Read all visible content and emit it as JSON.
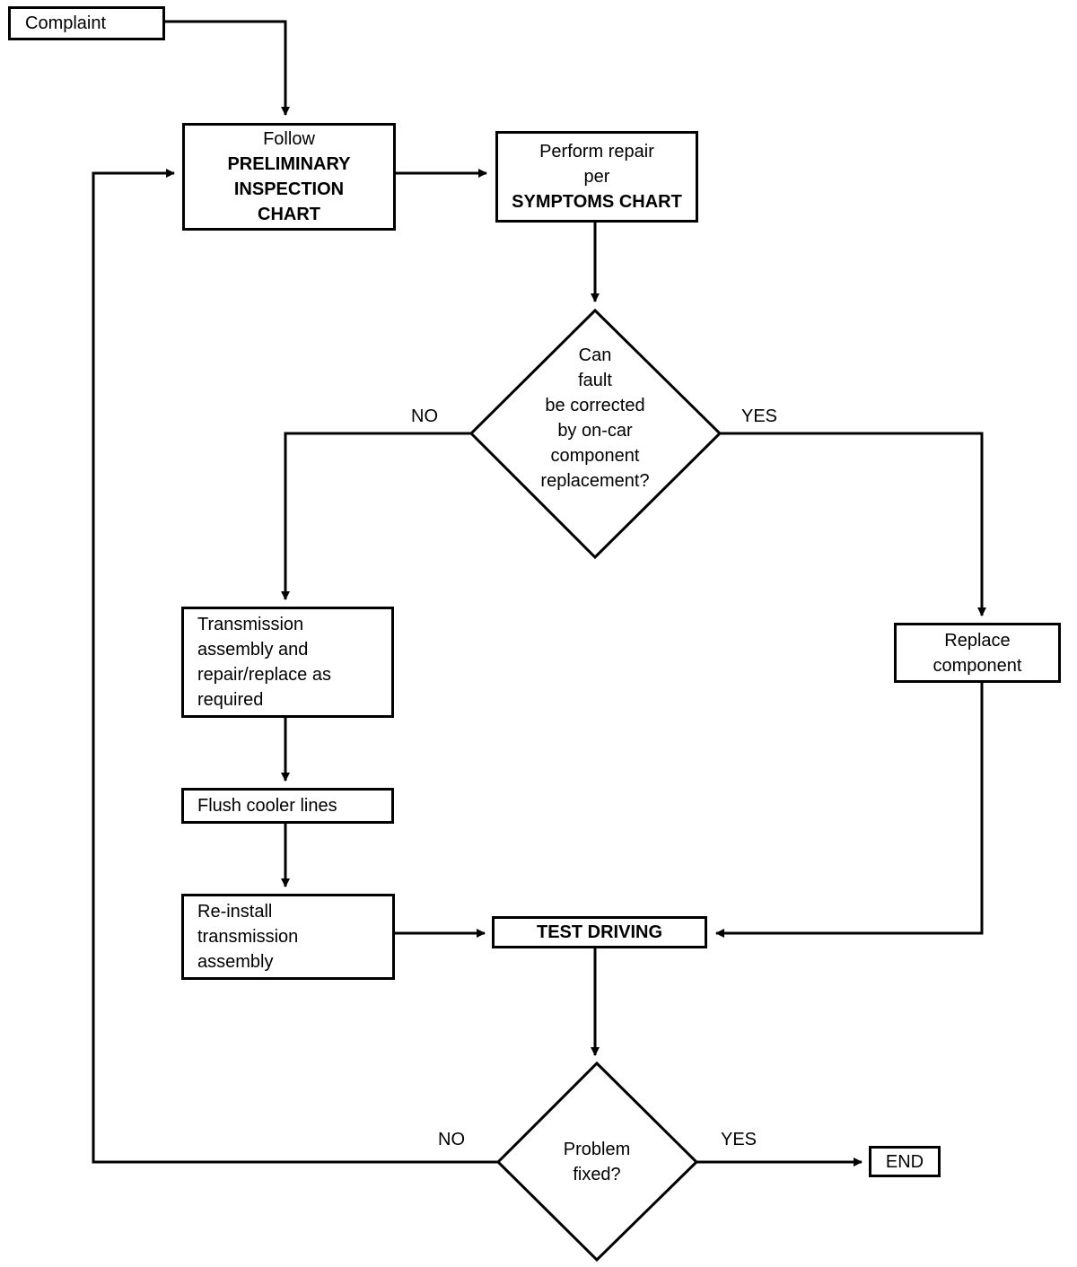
{
  "nodes": {
    "complaint": "Complaint",
    "preliminary": {
      "line1": "Follow",
      "line2": "PRELIMINARY",
      "line3": "INSPECTION",
      "line4": "CHART"
    },
    "perform_repair": {
      "line1": "Perform repair",
      "line2": "per",
      "line3": "SYMPTOMS CHART"
    },
    "decision_fault": {
      "line1": "Can",
      "line2": "fault",
      "line3": "be corrected",
      "line4": "by on-car",
      "line5": "component",
      "line6": "replacement?"
    },
    "transmission": {
      "line1": "Transmission",
      "line2": "assembly and",
      "line3": "repair/replace as",
      "line4": "required"
    },
    "replace_component": {
      "line1": "Replace",
      "line2": "component"
    },
    "flush": "Flush cooler lines",
    "reinstall": {
      "line1": "Re-install",
      "line2": "transmission",
      "line3": "assembly"
    },
    "test_driving": "TEST DRIVING",
    "decision_fixed": {
      "line1": "Problem",
      "line2": "fixed?"
    },
    "end": "END"
  },
  "labels": {
    "fault_no": "NO",
    "fault_yes": "YES",
    "fixed_no": "NO",
    "fixed_yes": "YES"
  }
}
